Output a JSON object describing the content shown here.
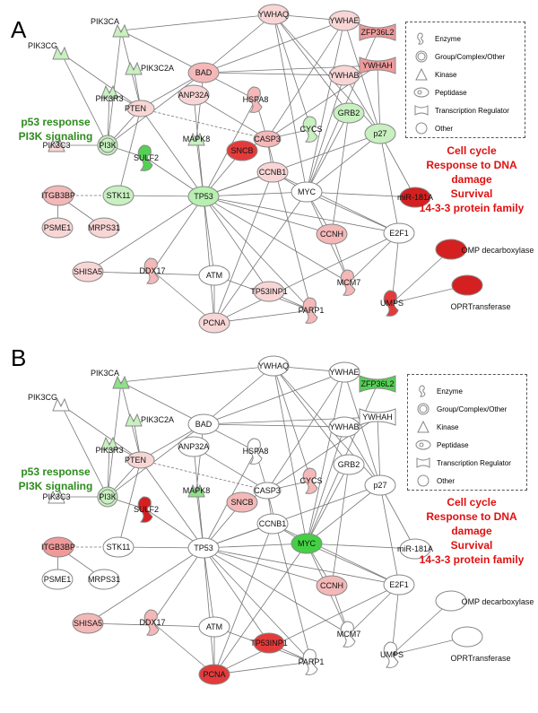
{
  "panels": [
    {
      "letter": "A",
      "left_label": [
        "p53 response",
        "PI3K signaling"
      ],
      "right_label": [
        "Cell cycle",
        "Response to DNA damage",
        "Survival",
        "14-3-3 protein family"
      ],
      "legend": [
        "Enzyme",
        "Group/Complex/Other",
        "Kinase",
        "Peptidase",
        "Transcription Regulator",
        "Other"
      ],
      "nodes": [
        {
          "id": "YWHAQ",
          "label": "YWHAQ",
          "color": "#f9d6d6"
        },
        {
          "id": "YWHAE",
          "label": "YWHAE",
          "color": "#f9d6d6"
        },
        {
          "id": "ZFP36L2",
          "label": "ZFP36L2",
          "color": "#ef9a9a"
        },
        {
          "id": "YWHAH",
          "label": "YWHAH",
          "color": "#ef9a9a"
        },
        {
          "id": "YWHAB",
          "label": "YWHAB",
          "color": "#f9d6d6"
        },
        {
          "id": "PIK3CA",
          "label": "PIK3CA",
          "color": "#c8f0c0"
        },
        {
          "id": "PIK3CG",
          "label": "PIK3CG",
          "color": "#c8f0c0"
        },
        {
          "id": "PIK3C2A",
          "label": "PIK3C2A",
          "color": "#c8f0c0"
        },
        {
          "id": "PIK3R3",
          "label": "PIK3R3",
          "color": "#c8f0c0"
        },
        {
          "id": "BAD",
          "label": "BAD",
          "color": "#f4b8b8"
        },
        {
          "id": "ANP32A",
          "label": "ANP32A",
          "color": "#f9d6d6"
        },
        {
          "id": "PTEN",
          "label": "PTEN",
          "color": "#f9d6d6"
        },
        {
          "id": "HSPA8",
          "label": "HSPA8",
          "color": "#f4b8b8"
        },
        {
          "id": "GRB2",
          "label": "GRB2",
          "color": "#c8f0c0"
        },
        {
          "id": "CYCS",
          "label": "CYCS",
          "color": "#c8f0c0"
        },
        {
          "id": "PIK3C3",
          "label": "PIK3C3",
          "color": "#f9d6d6"
        },
        {
          "id": "PI3K",
          "label": "PI3K",
          "color": "#c8f0c0"
        },
        {
          "id": "SULF2",
          "label": "SULF2",
          "color": "#55d055"
        },
        {
          "id": "MAPK8",
          "label": "MAPK8",
          "color": "#c8f0c0"
        },
        {
          "id": "CASP3",
          "label": "CASP3",
          "color": "#f4b8b8"
        },
        {
          "id": "SNCB",
          "label": "SNCB",
          "color": "#e33b3b"
        },
        {
          "id": "p27",
          "label": "p27",
          "color": "#c8f0c0"
        },
        {
          "id": "CCNB1",
          "label": "CCNB1",
          "color": "#f9d6d6"
        },
        {
          "id": "ITGB3BP",
          "label": "ITGB3BP",
          "color": "#f4b8b8"
        },
        {
          "id": "STK11",
          "label": "STK11",
          "color": "#c8f0c0"
        },
        {
          "id": "TP53",
          "label": "TP53",
          "color": "#b7f0b0"
        },
        {
          "id": "MYC",
          "label": "MYC",
          "color": "#ffffff"
        },
        {
          "id": "miR181A",
          "label": "miR-181A",
          "color": "#d42020"
        },
        {
          "id": "PSME1",
          "label": "PSME1",
          "color": "#f9d6d6"
        },
        {
          "id": "MRPS31",
          "label": "MRPS31",
          "color": "#f9d6d6"
        },
        {
          "id": "CCNH",
          "label": "CCNH",
          "color": "#f4b8b8"
        },
        {
          "id": "E2F1",
          "label": "E2F1",
          "color": "#ffffff"
        },
        {
          "id": "SHISA5",
          "label": "SHISA5",
          "color": "#f9d6d6"
        },
        {
          "id": "DDX17",
          "label": "DDX17",
          "color": "#f4b8b8"
        },
        {
          "id": "ATM",
          "label": "ATM",
          "color": "#ffffff"
        },
        {
          "id": "TP53INP1",
          "label": "TP53INP1",
          "color": "#f9d6d6"
        },
        {
          "id": "MCM7",
          "label": "MCM7",
          "color": "#f4b8b8"
        },
        {
          "id": "OMPd",
          "label": "OMP decarboxylase",
          "color": "#d42020"
        },
        {
          "id": "OPRT",
          "label": "OPRTransferase",
          "color": "#d42020"
        },
        {
          "id": "UMPS",
          "label": "UMPS",
          "color": "#e33b3b"
        },
        {
          "id": "PCNA",
          "label": "PCNA",
          "color": "#f9d6d6"
        },
        {
          "id": "PARP1",
          "label": "PARP1",
          "color": "#f4b8b8"
        }
      ]
    },
    {
      "letter": "B",
      "left_label": [
        "p53 response",
        "PI3K signaling"
      ],
      "right_label": [
        "Cell cycle",
        "Response to DNA damage",
        "Survival",
        "14-3-3 protein family"
      ],
      "legend": [
        "Enzyme",
        "Group/Complex/Other",
        "Kinase",
        "Peptidase",
        "Transcription Regulator",
        "Other"
      ],
      "nodes": [
        {
          "id": "YWHAQ",
          "label": "YWHAQ",
          "color": "#ffffff"
        },
        {
          "id": "YWHAE",
          "label": "YWHAE",
          "color": "#ffffff"
        },
        {
          "id": "ZFP36L2",
          "label": "ZFP36L2",
          "color": "#55d055"
        },
        {
          "id": "YWHAH",
          "label": "YWHAH",
          "color": "#ffffff"
        },
        {
          "id": "YWHAB",
          "label": "YWHAB",
          "color": "#ffffff"
        },
        {
          "id": "PIK3CA",
          "label": "PIK3CA",
          "color": "#8fe08a"
        },
        {
          "id": "PIK3CG",
          "label": "PIK3CG",
          "color": "#ffffff"
        },
        {
          "id": "PIK3C2A",
          "label": "PIK3C2A",
          "color": "#c8f0c0"
        },
        {
          "id": "PIK3R3",
          "label": "PIK3R3",
          "color": "#c8f0c0"
        },
        {
          "id": "BAD",
          "label": "BAD",
          "color": "#ffffff"
        },
        {
          "id": "ANP32A",
          "label": "ANP32A",
          "color": "#ffffff"
        },
        {
          "id": "PTEN",
          "label": "PTEN",
          "color": "#f9d6d6"
        },
        {
          "id": "HSPA8",
          "label": "HSPA8",
          "color": "#ffffff"
        },
        {
          "id": "GRB2",
          "label": "GRB2",
          "color": "#ffffff"
        },
        {
          "id": "CYCS",
          "label": "CYCS",
          "color": "#f4b8b8"
        },
        {
          "id": "PIK3C3",
          "label": "PIK3C3",
          "color": "#ffffff"
        },
        {
          "id": "PI3K",
          "label": "PI3K",
          "color": "#c8f0c0"
        },
        {
          "id": "SULF2",
          "label": "SULF2",
          "color": "#d42020"
        },
        {
          "id": "MAPK8",
          "label": "MAPK8",
          "color": "#8fe08a"
        },
        {
          "id": "CASP3",
          "label": "CASP3",
          "color": "#ffffff"
        },
        {
          "id": "SNCB",
          "label": "SNCB",
          "color": "#f4b8b8"
        },
        {
          "id": "p27",
          "label": "p27",
          "color": "#ffffff"
        },
        {
          "id": "CCNB1",
          "label": "CCNB1",
          "color": "#ffffff"
        },
        {
          "id": "ITGB3BP",
          "label": "ITGB3BP",
          "color": "#ef9a9a"
        },
        {
          "id": "STK11",
          "label": "STK11",
          "color": "#ffffff"
        },
        {
          "id": "TP53",
          "label": "TP53",
          "color": "#ffffff"
        },
        {
          "id": "MYC",
          "label": "MYC",
          "color": "#44d044"
        },
        {
          "id": "miR181A",
          "label": "miR-181A",
          "color": "#ffffff"
        },
        {
          "id": "PSME1",
          "label": "PSME1",
          "color": "#ffffff"
        },
        {
          "id": "MRPS31",
          "label": "MRPS31",
          "color": "#ffffff"
        },
        {
          "id": "CCNH",
          "label": "CCNH",
          "color": "#f4b8b8"
        },
        {
          "id": "E2F1",
          "label": "E2F1",
          "color": "#ffffff"
        },
        {
          "id": "SHISA5",
          "label": "SHISA5",
          "color": "#f4b8b8"
        },
        {
          "id": "DDX17",
          "label": "DDX17",
          "color": "#f4b8b8"
        },
        {
          "id": "ATM",
          "label": "ATM",
          "color": "#ffffff"
        },
        {
          "id": "TP53INP1",
          "label": "TP53INP1",
          "color": "#e33b3b"
        },
        {
          "id": "MCM7",
          "label": "MCM7",
          "color": "#ffffff"
        },
        {
          "id": "OMPd",
          "label": "OMP decarboxylase",
          "color": "#ffffff"
        },
        {
          "id": "OPRT",
          "label": "OPRTransferase",
          "color": "#ffffff"
        },
        {
          "id": "UMPS",
          "label": "UMPS",
          "color": "#ffffff"
        },
        {
          "id": "PCNA",
          "label": "PCNA",
          "color": "#e33b3b"
        },
        {
          "id": "PARP1",
          "label": "PARP1",
          "color": "#ffffff"
        }
      ]
    }
  ],
  "colors": {
    "left_label": "#2e8b1e",
    "right_label": "#e01010",
    "edge": "#777777"
  }
}
